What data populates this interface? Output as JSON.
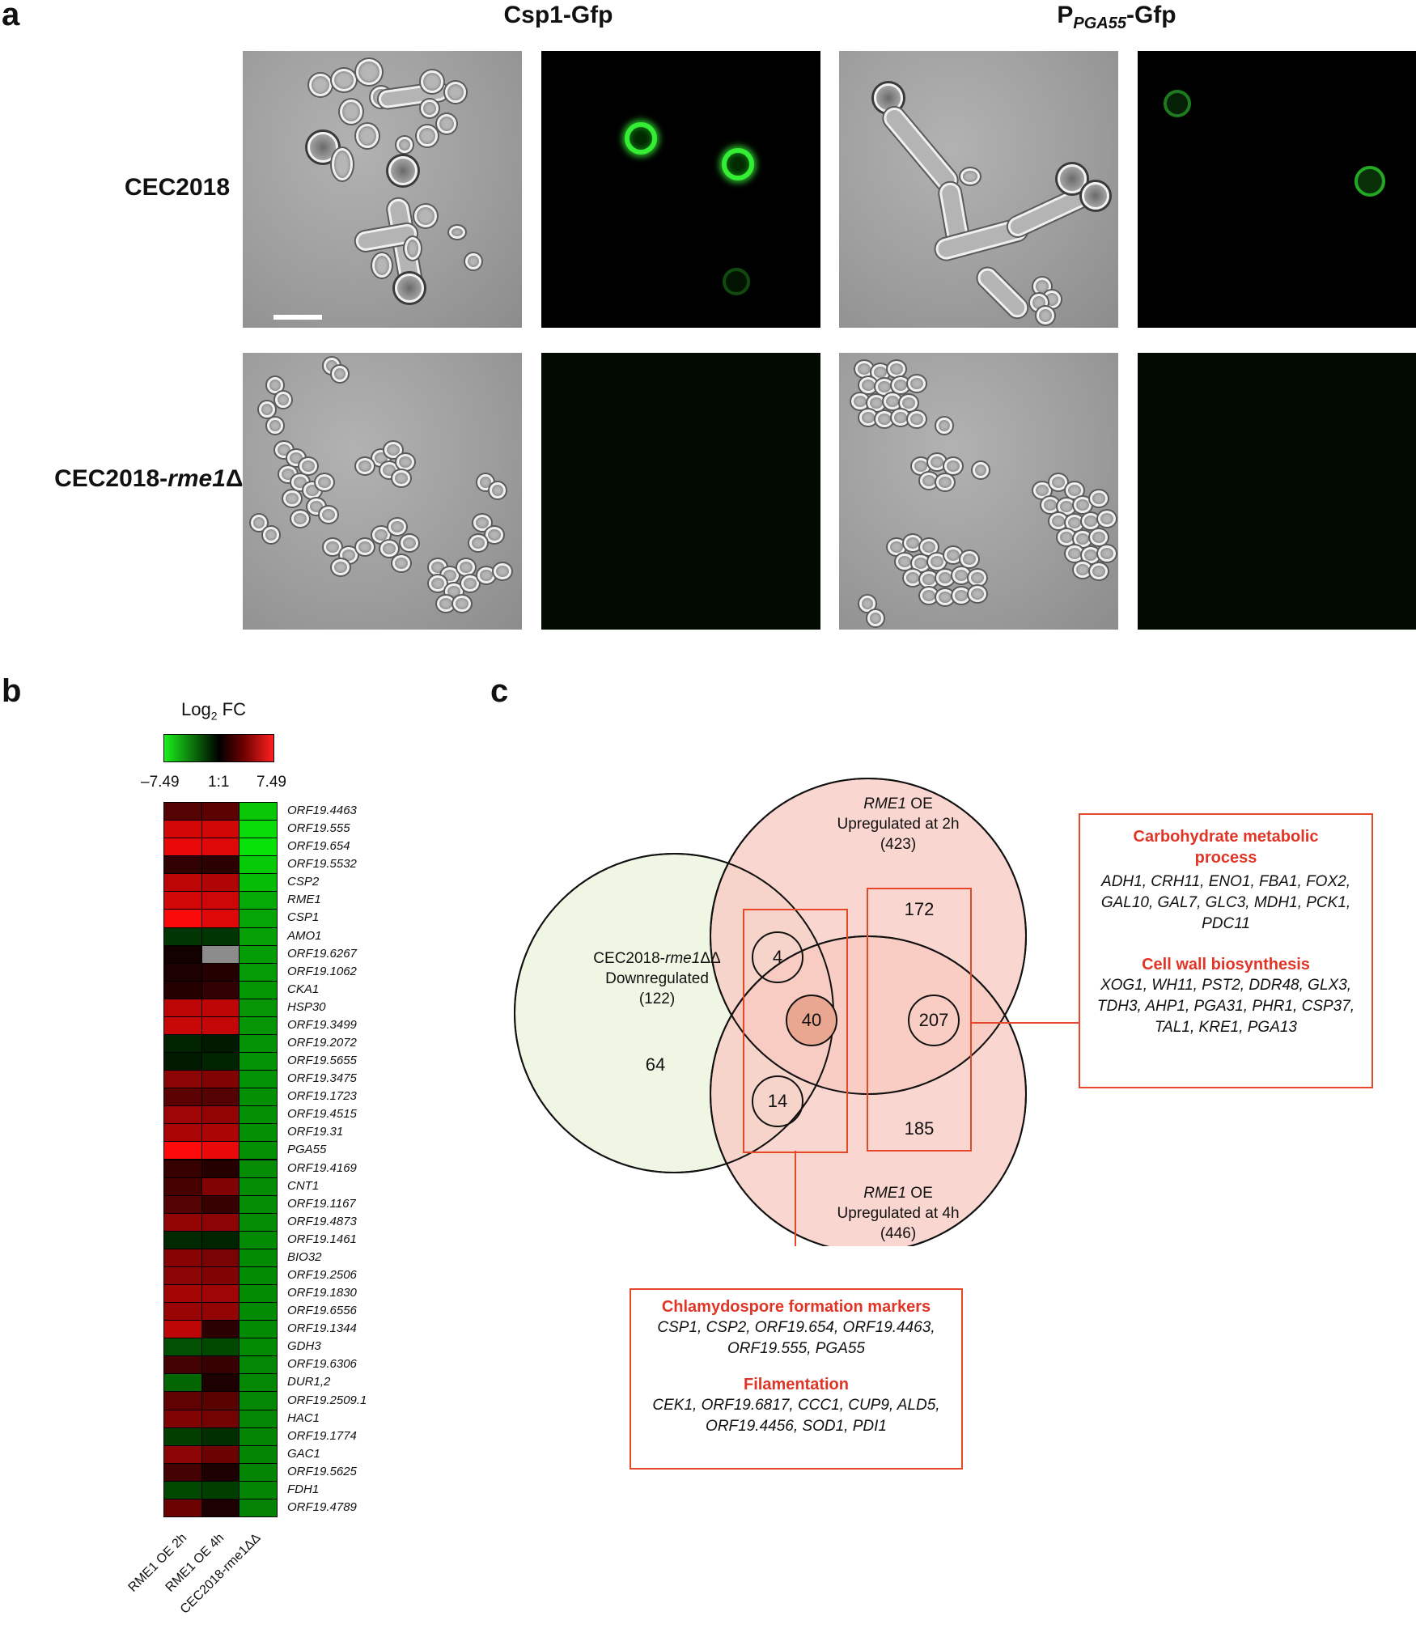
{
  "panel_a": {
    "letter": "a",
    "col_headers": {
      "csp1": "Csp1-Gfp",
      "ppga55_prefix": "P",
      "ppga55_sub": "PGA55",
      "ppga55_suffix": "-Gfp"
    },
    "row_headers": {
      "wt": "CEC2018",
      "mut_prefix": "CEC2018-",
      "mut_italic": "rme1",
      "mut_suffix": "ΔΔ"
    }
  },
  "panel_b": {
    "letter": "b",
    "legend": {
      "title_prefix": "Log",
      "title_sub": "2",
      "title_suffix": " FC",
      "min": "–7.49",
      "mid": "1:1",
      "max": "7.49"
    },
    "columns": [
      "RME1 OE 2h",
      "RME1 OE 4h",
      "CEC2018-rme1ΔΔ"
    ],
    "chart_data": {
      "type": "heatmap",
      "value_range": [
        -7.49,
        7.49
      ],
      "columns": [
        "RME1 OE 2h",
        "RME1 OE 4h",
        "CEC2018-rme1ΔΔ"
      ],
      "rows": [
        {
          "gene": "ORF19.4463",
          "values": [
            1.2,
            1.4,
            -5.5
          ]
        },
        {
          "gene": "ORF19.555",
          "values": [
            5.5,
            5.3,
            -6.5
          ]
        },
        {
          "gene": "ORF19.654",
          "values": [
            6.5,
            6.0,
            -6.8
          ]
        },
        {
          "gene": "ORF19.5532",
          "values": [
            0.5,
            0.4,
            -5.6
          ]
        },
        {
          "gene": "CSP2",
          "values": [
            4.5,
            4.0,
            -5.0
          ]
        },
        {
          "gene": "RME1",
          "values": [
            5.4,
            5.2,
            -4.2
          ]
        },
        {
          "gene": "CSP1",
          "values": [
            7.3,
            6.0,
            -4.0
          ]
        },
        {
          "gene": "AMO1",
          "values": [
            -0.6,
            -0.6,
            -3.8
          ]
        },
        {
          "gene": "ORF19.6267",
          "values": [
            0.1,
            null,
            -3.7
          ]
        },
        {
          "gene": "ORF19.1062",
          "values": [
            0.2,
            0.3,
            -3.6
          ]
        },
        {
          "gene": "CKA1",
          "values": [
            0.3,
            0.5,
            -3.5
          ]
        },
        {
          "gene": "HSP30",
          "values": [
            4.5,
            4.6,
            -3.4
          ]
        },
        {
          "gene": "ORF19.3499",
          "values": [
            5.0,
            4.8,
            -3.4
          ]
        },
        {
          "gene": "ORF19.2072",
          "values": [
            -0.3,
            -0.2,
            -3.3
          ]
        },
        {
          "gene": "ORF19.5655",
          "values": [
            -0.2,
            -0.3,
            -3.3
          ]
        },
        {
          "gene": "ORF19.3475",
          "values": [
            2.8,
            2.4,
            -3.3
          ]
        },
        {
          "gene": "ORF19.1723",
          "values": [
            1.4,
            1.2,
            -3.2
          ]
        },
        {
          "gene": "ORF19.4515",
          "values": [
            3.4,
            3.0,
            -3.2
          ]
        },
        {
          "gene": "ORF19.31",
          "values": [
            3.8,
            3.9,
            -3.2
          ]
        },
        {
          "gene": "PGA55",
          "values": [
            7.4,
            6.5,
            -3.2
          ]
        },
        {
          "gene": "ORF19.4169",
          "values": [
            0.6,
            0.3,
            -3.1
          ]
        },
        {
          "gene": "CNT1",
          "values": [
            0.9,
            2.4,
            -3.1
          ]
        },
        {
          "gene": "ORF19.1167",
          "values": [
            1.2,
            0.6,
            -3.1
          ]
        },
        {
          "gene": "ORF19.4873",
          "values": [
            3.0,
            2.8,
            -3.1
          ]
        },
        {
          "gene": "ORF19.1461",
          "values": [
            -0.4,
            -0.3,
            -3.0
          ]
        },
        {
          "gene": "BIO32",
          "values": [
            2.6,
            2.2,
            -3.0
          ]
        },
        {
          "gene": "ORF19.2506",
          "values": [
            2.8,
            2.4,
            -3.0
          ]
        },
        {
          "gene": "ORF19.1830",
          "values": [
            3.6,
            3.4,
            -3.0
          ]
        },
        {
          "gene": "ORF19.6556",
          "values": [
            3.2,
            3.0,
            -3.0
          ]
        },
        {
          "gene": "ORF19.1344",
          "values": [
            4.6,
            0.4,
            -3.0
          ]
        },
        {
          "gene": "GDH3",
          "values": [
            -1.2,
            -1.0,
            -3.0
          ]
        },
        {
          "gene": "ORF19.6306",
          "values": [
            0.8,
            0.6,
            -2.9
          ]
        },
        {
          "gene": "DUR1,2",
          "values": [
            -1.8,
            0.2,
            -2.9
          ]
        },
        {
          "gene": "ORF19.2509.1",
          "values": [
            1.5,
            1.3,
            -2.9
          ]
        },
        {
          "gene": "HAC1",
          "values": [
            2.4,
            2.0,
            -2.9
          ]
        },
        {
          "gene": "ORF19.1774",
          "values": [
            -0.8,
            -0.5,
            -2.8
          ]
        },
        {
          "gene": "GAC1",
          "values": [
            2.8,
            1.8,
            -2.8
          ]
        },
        {
          "gene": "ORF19.5625",
          "values": [
            0.8,
            0.2,
            -2.8
          ]
        },
        {
          "gene": "FDH1",
          "values": [
            -1.0,
            -0.8,
            -2.8
          ]
        },
        {
          "gene": "ORF19.4789",
          "values": [
            1.8,
            0.2,
            -2.7
          ]
        }
      ]
    }
  },
  "panel_c": {
    "letter": "c",
    "sets": {
      "down": {
        "line1": "CEC2018-",
        "line1_italic": "rme1",
        "line1_suffix": "ΔΔ",
        "line2": "Downregulated",
        "line3": "(122)",
        "unique": "64"
      },
      "up2h": {
        "line1_italic": "RME1",
        "line1_suffix": " OE",
        "line2": "Upregulated at 2h",
        "line3": "(423)",
        "unique": "172"
      },
      "up4h": {
        "line1_italic": "RME1",
        "line1_suffix": " OE",
        "line2": "Upregulated at 4h",
        "line3": "(446)",
        "unique": "185"
      }
    },
    "intersections": {
      "down_2h": "4",
      "all_three": "40",
      "down_4h": "14",
      "up_2h_4h": "207"
    },
    "annotation_right": {
      "head1": "Carbohydrate metabolic process",
      "text1": "ADH1, CRH11, ENO1, FBA1, FOX2, GAL10, GAL7, GLC3, MDH1, PCK1, PDC11",
      "head2": "Cell wall biosynthesis",
      "text2": "XOG1, WH11, PST2, DDR48, GLX3, TDH3, AHP1, PGA31, PHR1, CSP37, TAL1, KRE1, PGA13"
    },
    "annotation_bottom": {
      "head1": "Chlamydospore formation markers",
      "text1": "CSP1, CSP2, ORF19.654, ORF19.4463, ORF19.555, PGA55",
      "head2": "Filamentation",
      "text2": "CEK1, ORF19.6817, CCC1, CUP9, ALD5, ORF19.4456, SOD1, PDI1"
    },
    "colors": {
      "green_set": "#eef6e2",
      "red_set": "#f8c8c0",
      "box": "#e8482a",
      "head": "#e03526"
    }
  }
}
